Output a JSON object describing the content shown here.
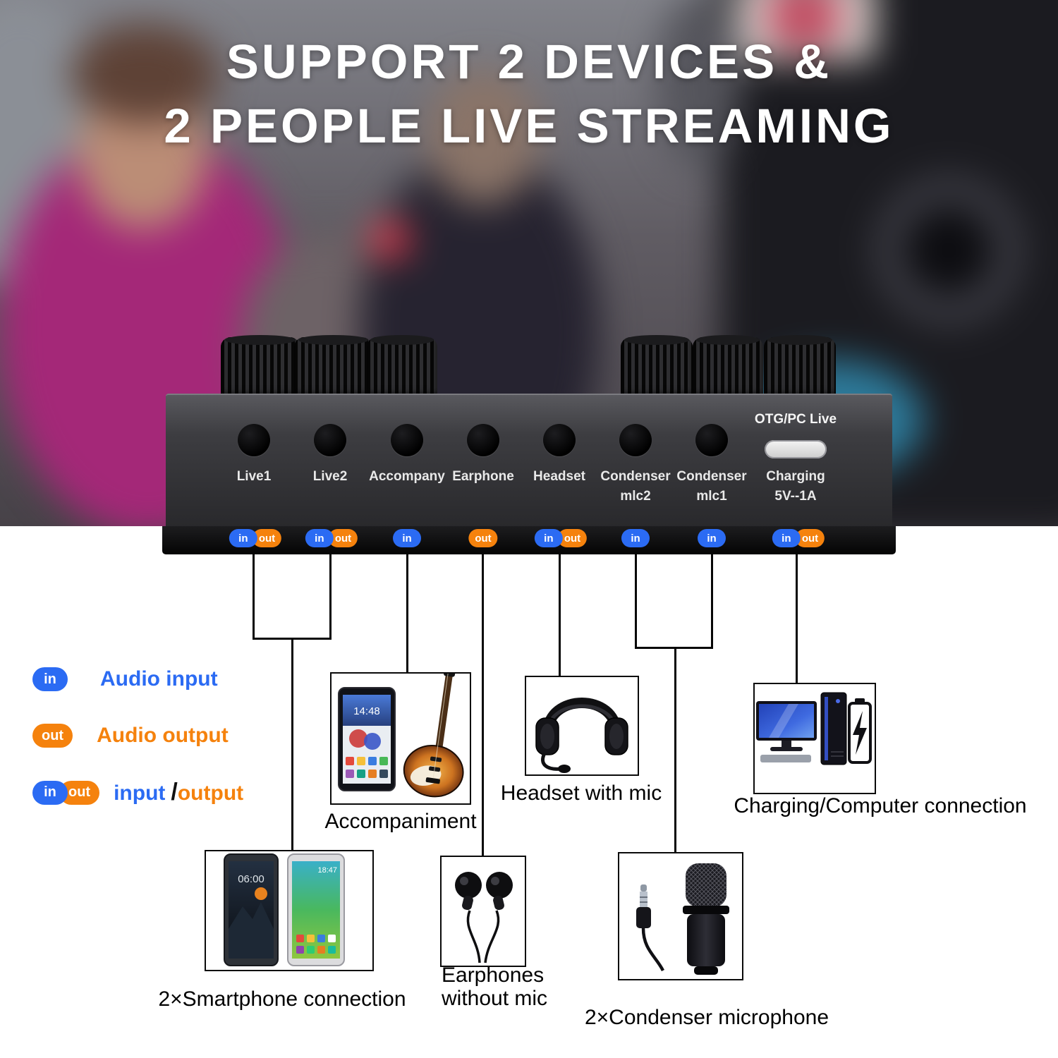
{
  "title": {
    "line1": "SUPPORT 2 DEVICES &",
    "line2": "2 PEOPLE LIVE STREAMING"
  },
  "mixer": {
    "otg_label": "OTG/PC Live",
    "badge_in": "in",
    "badge_out": "out",
    "ports": [
      {
        "label": "Live1",
        "sub": ""
      },
      {
        "label": "Live2",
        "sub": ""
      },
      {
        "label": "Accompany",
        "sub": ""
      },
      {
        "label": "Earphone",
        "sub": ""
      },
      {
        "label": "Headset",
        "sub": ""
      },
      {
        "label": "Condenser",
        "sub": "mlc2"
      },
      {
        "label": "Condenser",
        "sub": "mlc1"
      },
      {
        "label": "Charging",
        "sub": "5V--1A"
      }
    ]
  },
  "legend": {
    "in_badge": "in",
    "out_badge": "out",
    "audio_input": "Audio input",
    "audio_output": "Audio output",
    "io_input": "input",
    "io_slash": "/",
    "io_output": "output"
  },
  "devices": {
    "smartphone": {
      "label": "2×Smartphone connection",
      "phone1_time": "06:00",
      "phone2_time": "18:47"
    },
    "accompaniment": {
      "label": "Accompaniment",
      "phone_time": "14:48"
    },
    "earphones": {
      "label_line1": "Earphones",
      "label_line2": "without mic"
    },
    "headset": {
      "label": "Headset with mic"
    },
    "condenser": {
      "label": "2×Condenser microphone"
    },
    "computer": {
      "label": "Charging/Computer connection"
    }
  },
  "colors": {
    "in_badge": "#2b6bf3",
    "out_badge": "#f5820d"
  }
}
